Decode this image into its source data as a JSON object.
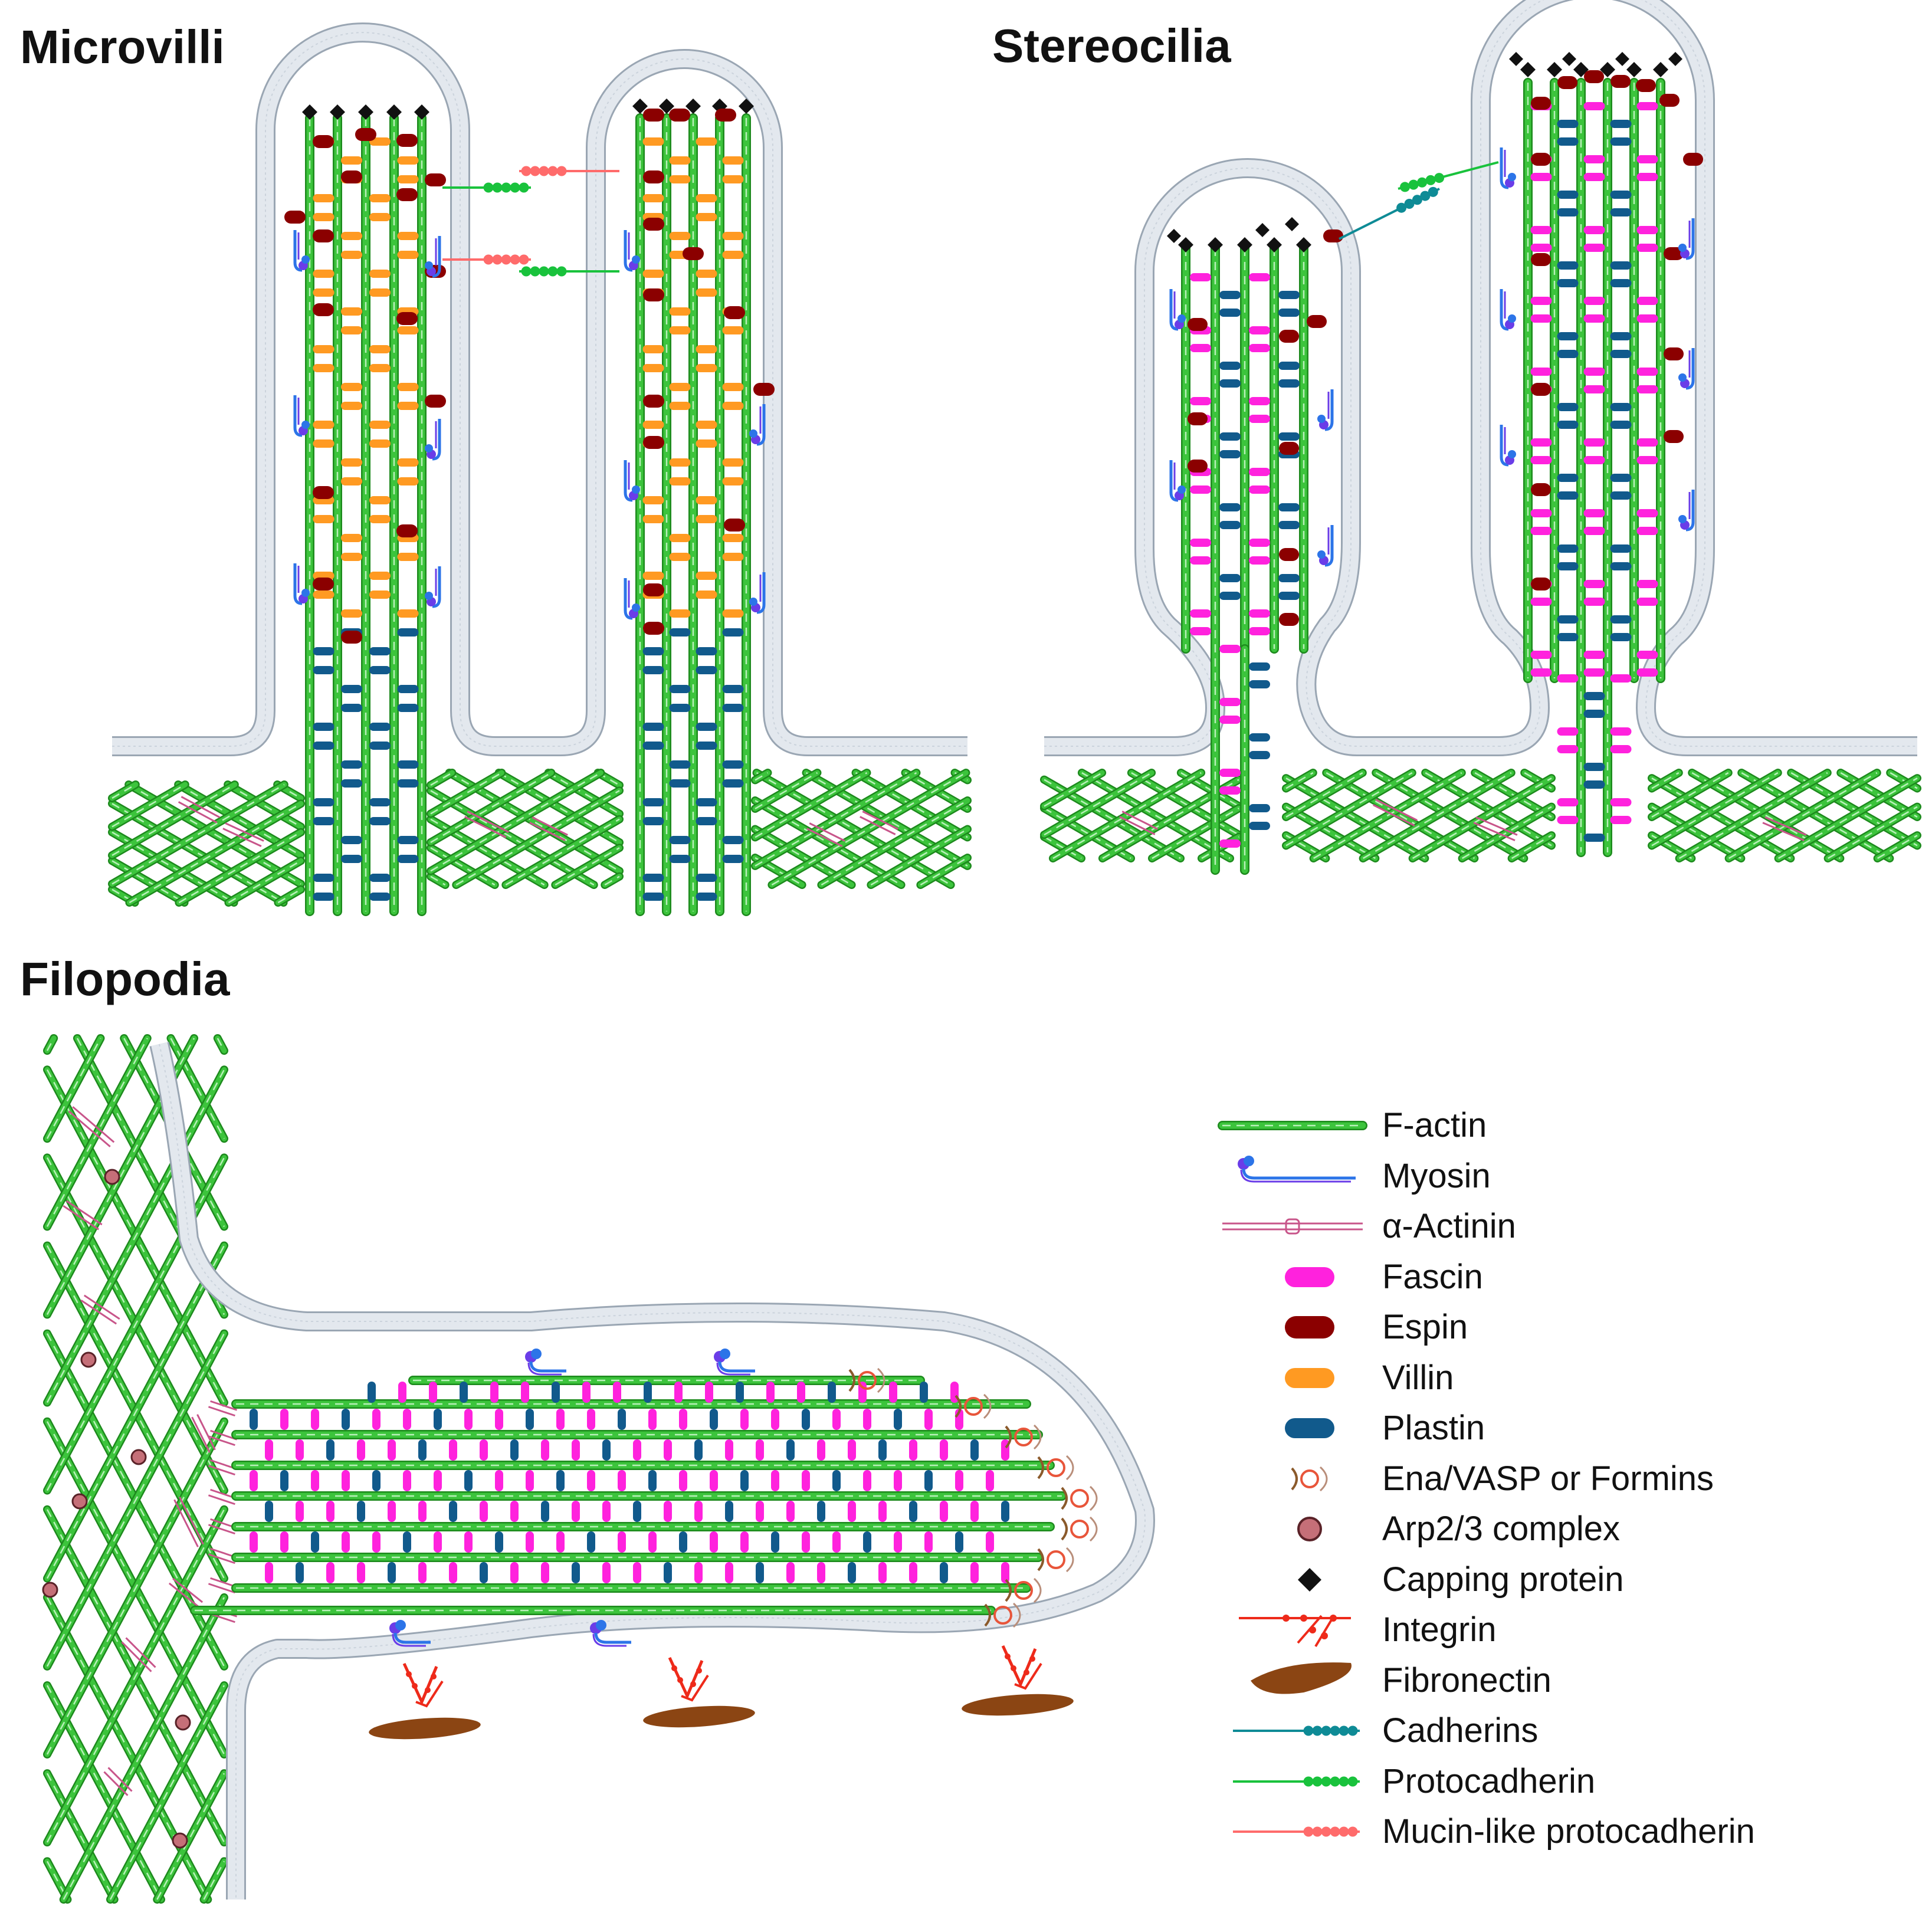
{
  "panels": {
    "microvilli": {
      "title": "Microvilli"
    },
    "stereocilia": {
      "title": "Stereocilia"
    },
    "filopodia": {
      "title": "Filopodia"
    }
  },
  "colors": {
    "actin": "#3cc43c",
    "actin_dark": "#1d8a1d",
    "membrane_fill": "#e3e8ee",
    "membrane_stroke": "#9aa6b3",
    "fascin": "#ff22dd",
    "espin": "#8b0000",
    "villin": "#ff9a22",
    "plastin": "#115a8c",
    "capping": "#111111",
    "arp23": "#c56f78",
    "actinin": "#c8558a",
    "myosin": "#6a3de8",
    "integrin": "#ee2a1a",
    "fibronectin": "#8b4513",
    "cadherin": "#0e8b96",
    "protocadherin": "#19c23c",
    "mucin_protocadherin": "#ff6b6b",
    "ena_vasp": "#e8553a"
  },
  "legend": [
    {
      "icon": "f-actin-icon",
      "label": "F-actin"
    },
    {
      "icon": "myosin-icon",
      "label": "Myosin"
    },
    {
      "icon": "alpha-actinin-icon",
      "label": "α-Actinin"
    },
    {
      "icon": "fascin-icon",
      "label": "Fascin"
    },
    {
      "icon": "espin-icon",
      "label": "Espin"
    },
    {
      "icon": "villin-icon",
      "label": "Villin"
    },
    {
      "icon": "plastin-icon",
      "label": "Plastin"
    },
    {
      "icon": "ena-vasp-formin-icon",
      "label": "Ena/VASP or Formins"
    },
    {
      "icon": "arp23-complex-icon",
      "label": "Arp2/3 complex"
    },
    {
      "icon": "capping-protein-icon",
      "label": "Capping protein"
    },
    {
      "icon": "integrin-icon",
      "label": "Integrin"
    },
    {
      "icon": "fibronectin-icon",
      "label": "Fibronectin"
    },
    {
      "icon": "cadherin-icon",
      "label": "Cadherins"
    },
    {
      "icon": "protocadherin-icon",
      "label": "Protocadherin"
    },
    {
      "icon": "mucin-like-protocadherin-icon",
      "label": "Mucin-like protocadherin"
    }
  ]
}
